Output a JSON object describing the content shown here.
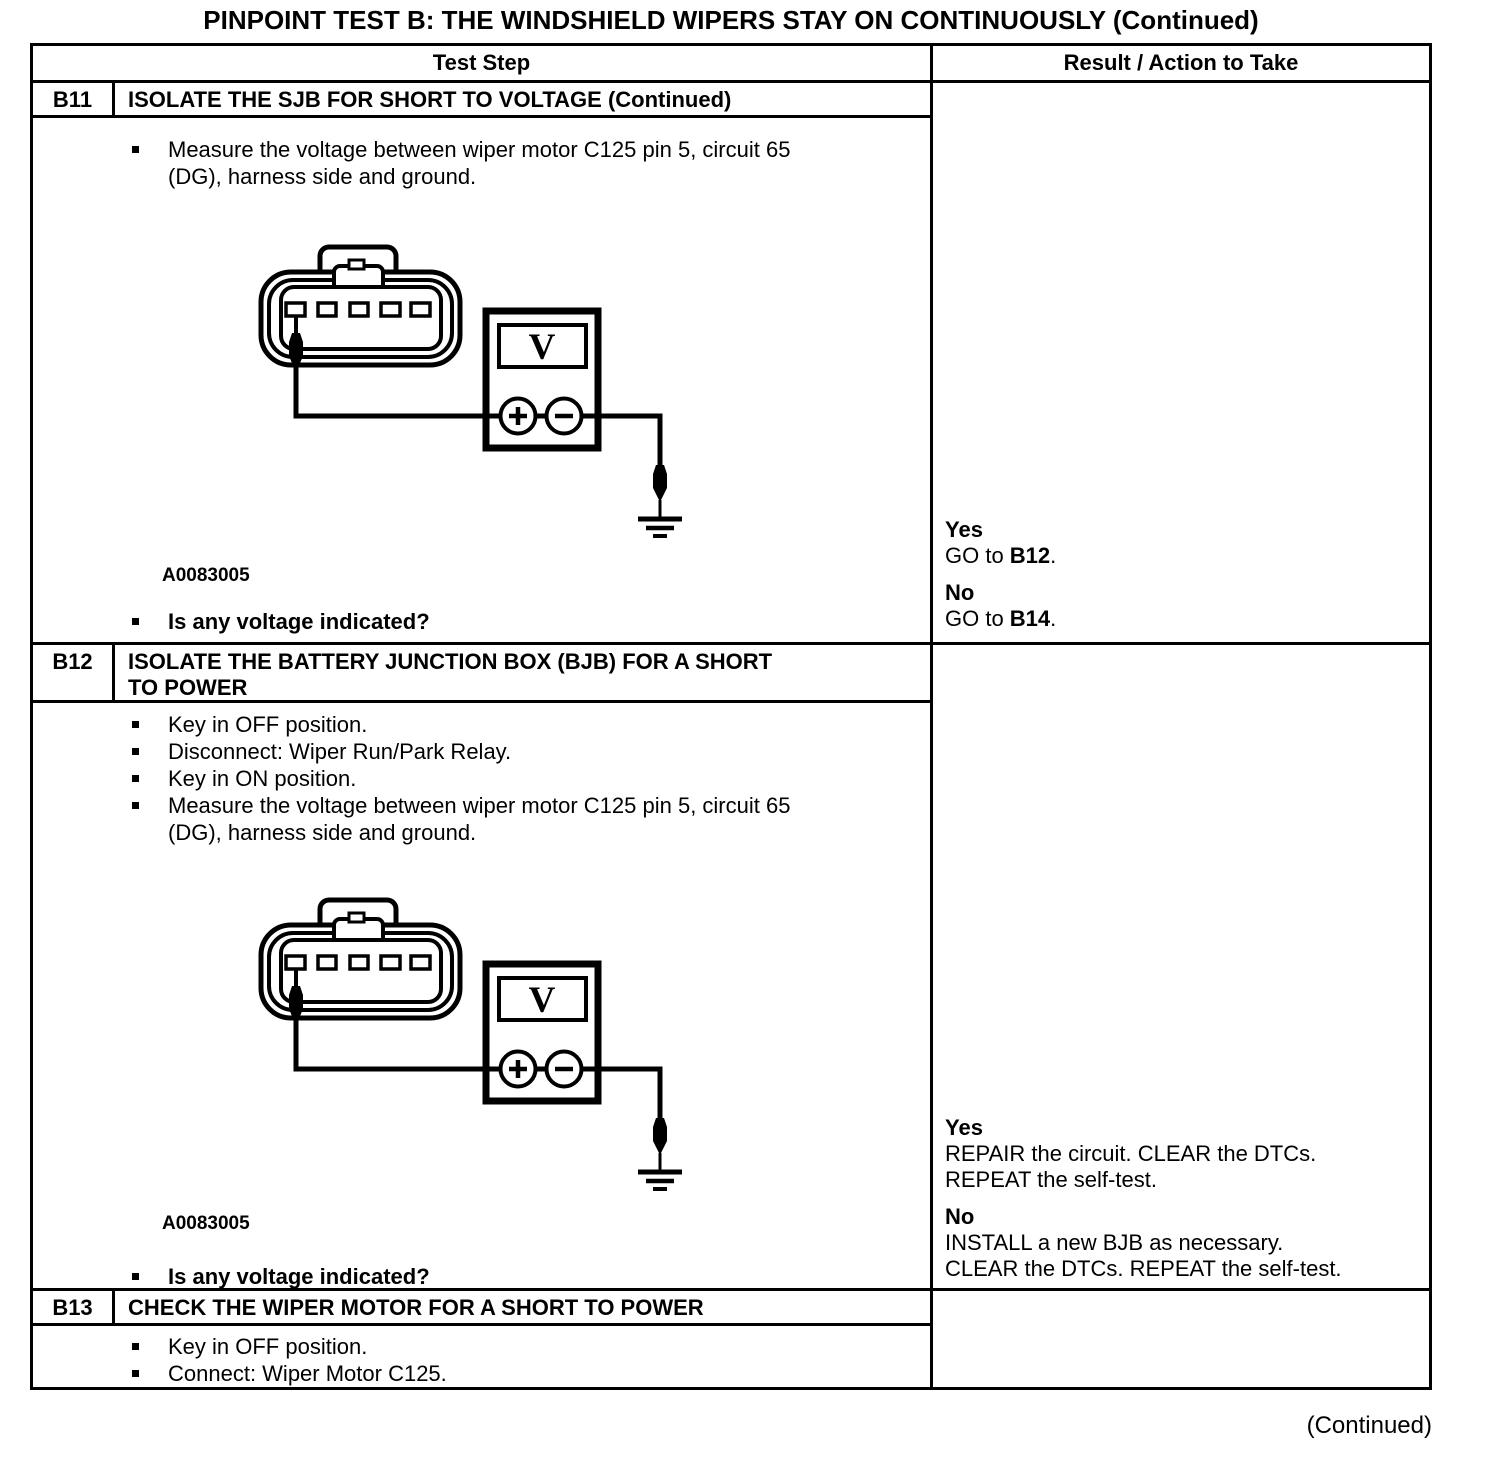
{
  "page": {
    "title": "PINPOINT TEST B: THE WINDSHIELD WIPERS STAY ON CONTINUOUSLY (Continued)",
    "continued_note": "(Continued)"
  },
  "table": {
    "header": {
      "test_step": "Test Step",
      "result": "Result / Action to Take"
    },
    "rows": [
      {
        "id": "B11",
        "title": "ISOLATE THE SJB FOR SHORT TO VOLTAGE (Continued)",
        "steps": [
          "Measure the voltage between wiper motor C125 pin 5, circuit 65\n(DG), harness side and ground."
        ],
        "figure_id": "A0083005",
        "question": "Is any voltage indicated?",
        "results": [
          {
            "answer": "Yes",
            "action_prefix": "GO to ",
            "action_target": "B12",
            "action_suffix": "."
          },
          {
            "answer": "No",
            "action_prefix": "GO to ",
            "action_target": "B14",
            "action_suffix": "."
          }
        ]
      },
      {
        "id": "B12",
        "title": "ISOLATE THE BATTERY JUNCTION BOX (BJB) FOR A SHORT\nTO POWER",
        "steps": [
          "Key in OFF position.",
          "Disconnect: Wiper Run/Park Relay.",
          "Key in ON position.",
          "Measure the voltage between wiper motor C125 pin 5, circuit 65\n(DG), harness side and ground."
        ],
        "figure_id": "A0083005",
        "question": "Is any voltage indicated?",
        "results": [
          {
            "answer": "Yes",
            "action": "REPAIR the circuit. CLEAR the DTCs.\nREPEAT the self-test."
          },
          {
            "answer": "No",
            "action": "INSTALL a new BJB as necessary.\nCLEAR the DTCs. REPEAT the self-test."
          }
        ]
      },
      {
        "id": "B13",
        "title": "CHECK THE WIPER MOTOR FOR A SHORT TO POWER",
        "steps": [
          "Key in OFF position.",
          "Connect: Wiper Motor C125."
        ]
      }
    ]
  },
  "diagram": {
    "description": "voltmeter connected between wiper motor connector pin and ground",
    "meter_label": "V",
    "positive_terminal": "+",
    "negative_terminal": "-"
  }
}
